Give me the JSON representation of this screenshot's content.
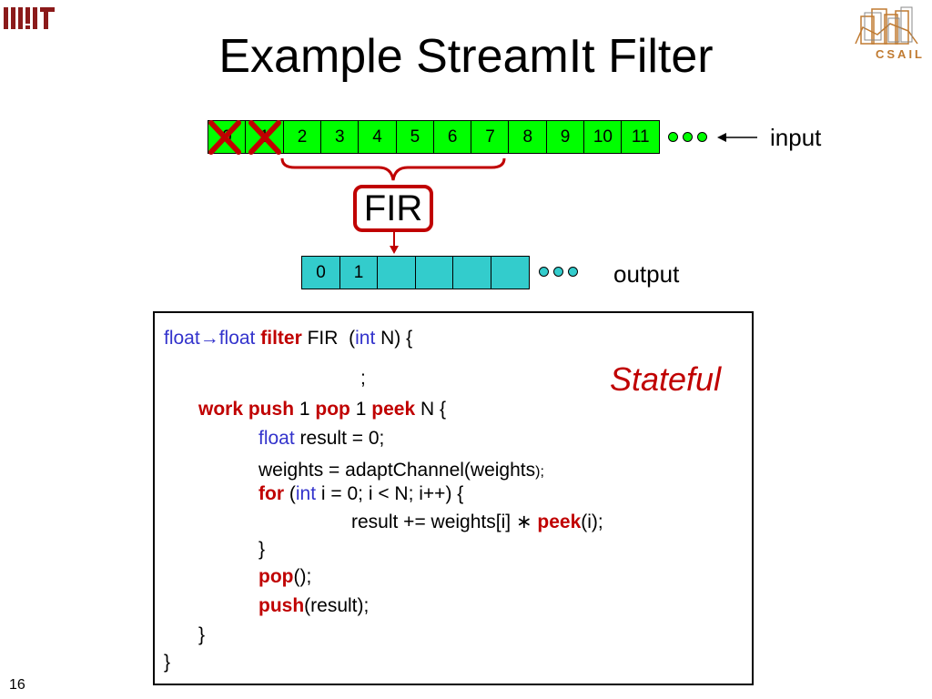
{
  "slide": {
    "title": "Example StreamIt Filter",
    "page_number": "16"
  },
  "logos": {
    "mit": "MIT",
    "csail": "CSAIL"
  },
  "diagram": {
    "input_label": "input",
    "output_label": "output",
    "filter_label": "FIR",
    "input_cells": [
      "0",
      "1",
      "2",
      "3",
      "4",
      "5",
      "6",
      "7",
      "8",
      "9",
      "10",
      "11"
    ],
    "crossed_out": [
      0,
      1
    ],
    "output_cells": [
      "0",
      "1",
      "",
      "",
      "",
      ""
    ],
    "colors": {
      "input_fill": "#00ff00",
      "output_fill": "#33cccc",
      "accent": "#c00000"
    },
    "icons": [
      "x-mark-icon",
      "arrow-left-icon",
      "arrow-down-icon",
      "brace-icon",
      "ellipsis-dots-icon"
    ]
  },
  "code": {
    "stateful_label": "Stateful",
    "line1": {
      "t1": "float",
      "arrow": "→",
      "t2": "float",
      "t3": "filter",
      "t4": "FIR",
      "t5": "(",
      "t6": "int",
      "t7": "N) {"
    },
    "line2": ";",
    "line3": {
      "k1": "work",
      "k2": "push",
      "n1": "1",
      "k3": "pop",
      "n2": "1",
      "k4": "peek",
      "rest": "N {"
    },
    "line4": {
      "k1": "float",
      "rest": "result = 0;"
    },
    "line5": {
      "text": "weights = adaptChannel(weights",
      "tail": ");"
    },
    "line6": {
      "k1": "for",
      "p1": "(",
      "k2": "int",
      "rest": "i = 0; i < N; i++) {"
    },
    "line7": {
      "pre": "result += weights[i]",
      "op": "∗",
      "k1": "peek",
      "rest": "(i);"
    },
    "line8": "}",
    "line9": {
      "k1": "pop",
      "rest": "();"
    },
    "line10": {
      "k1": "push",
      "rest": "(result);"
    },
    "line11": "}",
    "line12": "}"
  }
}
